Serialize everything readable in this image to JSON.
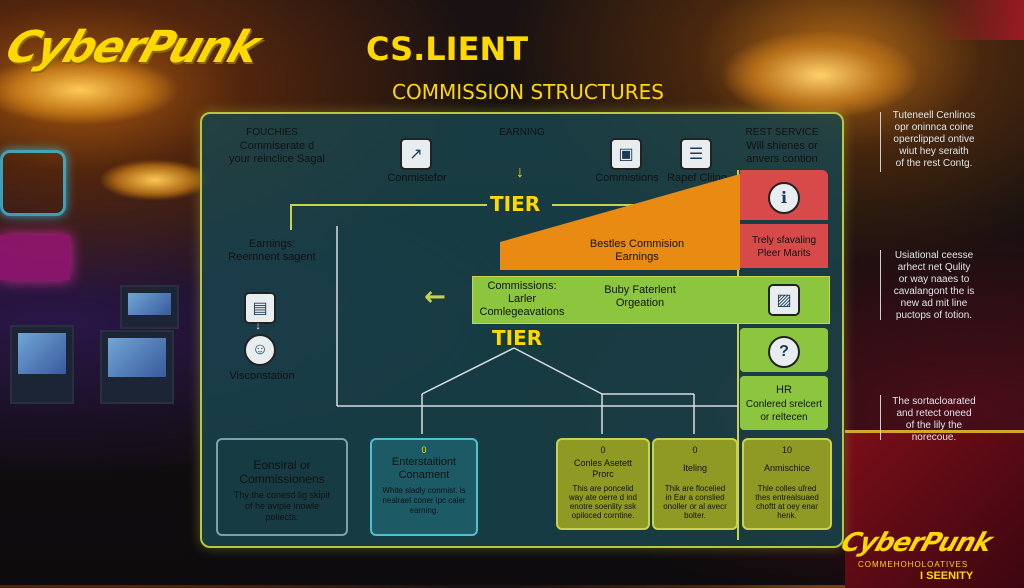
{
  "header": {
    "logo": "CyberPunk",
    "brand": "CS.LIENT",
    "subtitle": "COMMISSION STRUCTURES"
  },
  "board": {
    "col_left_title": "FOUCHIES",
    "col_left_sub": "Commiserate d\nyour reinclice Sagal",
    "col_mid_title": "EARNING",
    "col_right_title": "REST SERVICE",
    "col_right_sub": "Will shienes or\nanvers contion",
    "icon1_label": "Conmistefor",
    "icon2_label": "Commistions",
    "icon3_label": "Rapef Cliing",
    "tier1": "TIER",
    "tier2": "TIER",
    "left_earnings": "Earnings:\nReernnent sagent",
    "left_visconstation": "Visconstation",
    "orange_band": "Bestles Commision\nEarnings",
    "red_box_text": "Trely sfavaling\nPleer Marits",
    "green_band_left": "Commissions:\nLarler\nComlegeavations",
    "green_band_mid": "Buby Faterlent\nOrgeation",
    "q_mark": "?",
    "hr_title": "HR",
    "hr_text": "Conlered srelcert\nor reltecen",
    "bottom_left_title": "Eonsiral or\nCommissionens",
    "bottom_left_text": "Thy the conesd lig skipit\nof he aviple inowle\npoliects.",
    "bottom_mid_num": "0",
    "bottom_mid_title": "Enterstaitiont\nConament",
    "bottom_mid_text": "White sladly conmist. is\nnealraet coner ipc caler\nearning.",
    "card1_num": "0",
    "card1_title": "Conles Asetett\nProrc",
    "card1_text": "This are poncelid\nway ate oerre d ind\nenotre soenlity ssk\nopiloced corntine.",
    "card2_num": "0",
    "card2_title": "Iteling",
    "card2_text": "Thik are flocelied\nin Ear a conslied\nonoller or al avecr\nbolter.",
    "card3_num": "10",
    "card3_title": "Anmischice",
    "card3_text": "Thle colles ufred\nthes entrealsuaed\nchoftt at oey enar\nhenk."
  },
  "side_notes": {
    "note1": "Tuteneell Cenlinos\nopr oninnca coine\noperclipped ontive\nwiut hey seraith\nof the rest Contg.",
    "note2": "Usiational ceesse\narhect net Qulity\nor way naaes to\ncavalangont the is\nnew ad mit line\npuctops of totion.",
    "note3": "The sortacloarated\nand retect oneed\nof the lily the\nnorecoue."
  },
  "footer_logo": {
    "logo": "CyberPunk",
    "line2": "COMMEHOHOLOATIVES",
    "line3": "I SEENITY"
  },
  "colors": {
    "accent_yellow": "#ffd800",
    "board_fill": "#184650",
    "orange": "#e98a12",
    "red": "#d84a4a",
    "green": "#8cc63f"
  }
}
